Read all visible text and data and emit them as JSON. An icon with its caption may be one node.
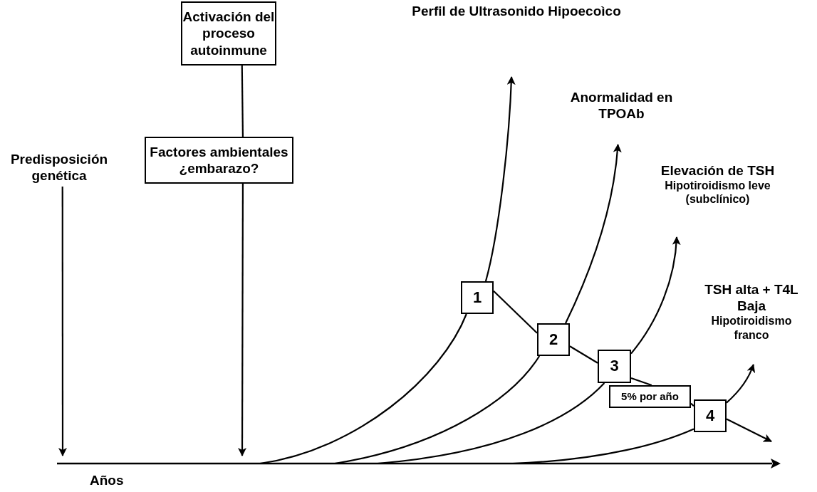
{
  "diagram": {
    "nodes": [
      {
        "text": [
          "Activación del proceso autoinmune"
        ]
      },
      {
        "text": [
          "Perfil de Ultrasonido Hipoecoìco"
        ]
      },
      {
        "text": [
          "Anormalidad en TPOAb"
        ]
      },
      {
        "text": [
          "Factores ambientales ¿embarazo?"
        ]
      },
      {
        "text": [
          "Elevación de TSH",
          "Hipotiroidismo leve (subclínico)"
        ]
      },
      {
        "text": [
          "Predisposición genética"
        ]
      },
      {
        "text": [
          "1"
        ]
      },
      {
        "text": [
          "TSH alta + T4L Baja",
          "Hipotiroidismo franco"
        ]
      },
      {
        "text": [
          "2"
        ]
      },
      {
        "text": [
          "3"
        ]
      },
      {
        "text": [
          "5% por año"
        ]
      },
      {
        "text": [
          "4"
        ]
      }
    ],
    "edges": [
      {
        "from": 0,
        "to": 3,
        "arrow": "none"
      },
      {
        "from": 3,
        "to": null,
        "arrow": "to"
      },
      {
        "from": 5,
        "to": null,
        "arrow": "to"
      },
      {
        "from": null,
        "to": 6,
        "arrow": "none"
      },
      {
        "from": 6,
        "to": 1,
        "arrow": "to"
      },
      {
        "from": null,
        "to": 8,
        "arrow": "none"
      },
      {
        "from": 8,
        "to": 2,
        "arrow": "to"
      },
      {
        "from": null,
        "to": 9,
        "arrow": "none"
      },
      {
        "from": 9,
        "to": 4,
        "arrow": "to"
      },
      {
        "from": null,
        "to": 11,
        "arrow": "none"
      },
      {
        "from": 11,
        "to": 7,
        "arrow": "to"
      },
      {
        "from": 11,
        "to": null,
        "arrow": "to"
      },
      {
        "from": 6,
        "to": 8,
        "arrow": "none"
      },
      {
        "from": 8,
        "to": 9,
        "arrow": "none"
      },
      {
        "from": 9,
        "to": 10,
        "arrow": "none"
      },
      {
        "from": 10,
        "to": 11,
        "arrow": "none"
      }
    ],
    "labels": [
      "Años"
    ]
  }
}
